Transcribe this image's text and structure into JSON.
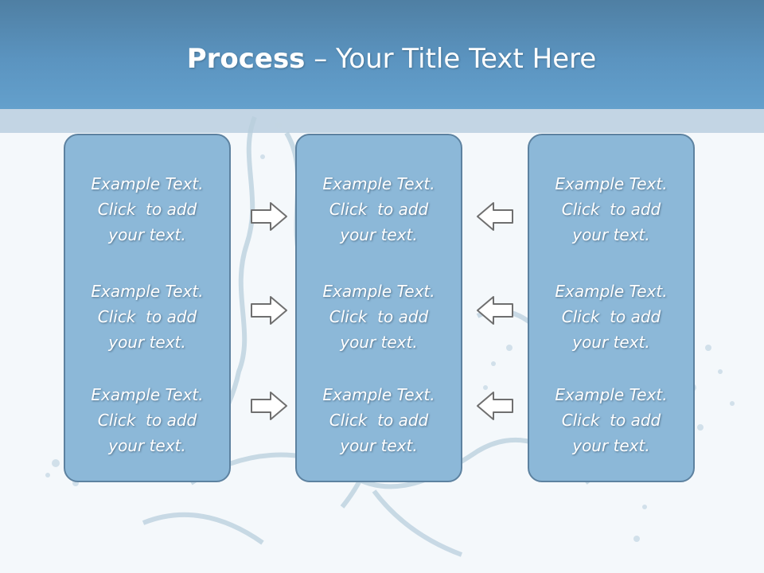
{
  "slide": {
    "title_bold": "Process",
    "title_rest": " – Your Title Text Here"
  },
  "panels": [
    {
      "blocks": [
        {
          "line1": "Example Text.",
          "line2": "Click  to add",
          "line3": "your text."
        },
        {
          "line1": "Example Text.",
          "line2": "Click  to add",
          "line3": "your text."
        },
        {
          "line1": "Example Text.",
          "line2": "Click  to add",
          "line3": "your text."
        }
      ]
    },
    {
      "blocks": [
        {
          "line1": "Example Text.",
          "line2": "Click  to add",
          "line3": "your text."
        },
        {
          "line1": "Example Text.",
          "line2": "Click  to add",
          "line3": "your text."
        },
        {
          "line1": "Example Text.",
          "line2": "Click  to add",
          "line3": "your text."
        }
      ]
    },
    {
      "blocks": [
        {
          "line1": "Example Text.",
          "line2": "Click  to add",
          "line3": "your text."
        },
        {
          "line1": "Example Text.",
          "line2": "Click  to add",
          "line3": "your text."
        },
        {
          "line1": "Example Text.",
          "line2": "Click  to add",
          "line3": "your text."
        }
      ]
    }
  ],
  "colors": {
    "header": "#5b94c0",
    "panel_fill": "#8cb8d8",
    "panel_border": "#5d82a0",
    "arrow_stroke": "#6f6f6f"
  },
  "icons": {
    "right_arrows": "arrow-right-icon",
    "left_arrows": "arrow-left-icon"
  }
}
